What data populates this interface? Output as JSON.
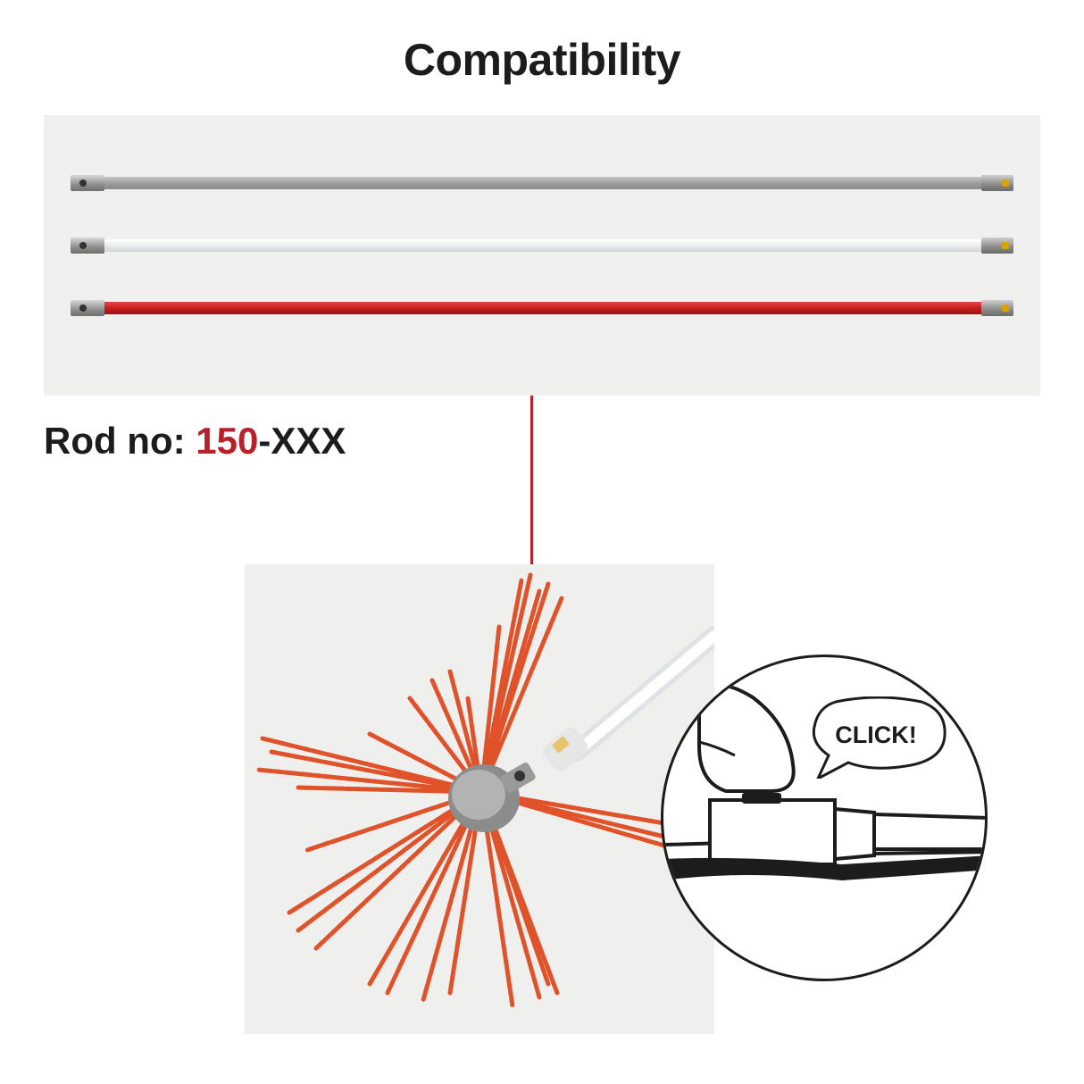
{
  "title": "Compatibility",
  "rods": [
    {
      "name": "grey-rod",
      "color": "#9b9b9b"
    },
    {
      "name": "white-rod",
      "color": "#e8eaec"
    },
    {
      "name": "red-rod",
      "color": "#c41b1b"
    }
  ],
  "rod_number": {
    "label": "Rod no: ",
    "number": "150",
    "suffix": "-XXX"
  },
  "click_callout": "CLICK!",
  "colors": {
    "accent_red": "#b8202a",
    "panel_bg": "#f0f0ef",
    "bristle_orange": "#e0522a"
  }
}
